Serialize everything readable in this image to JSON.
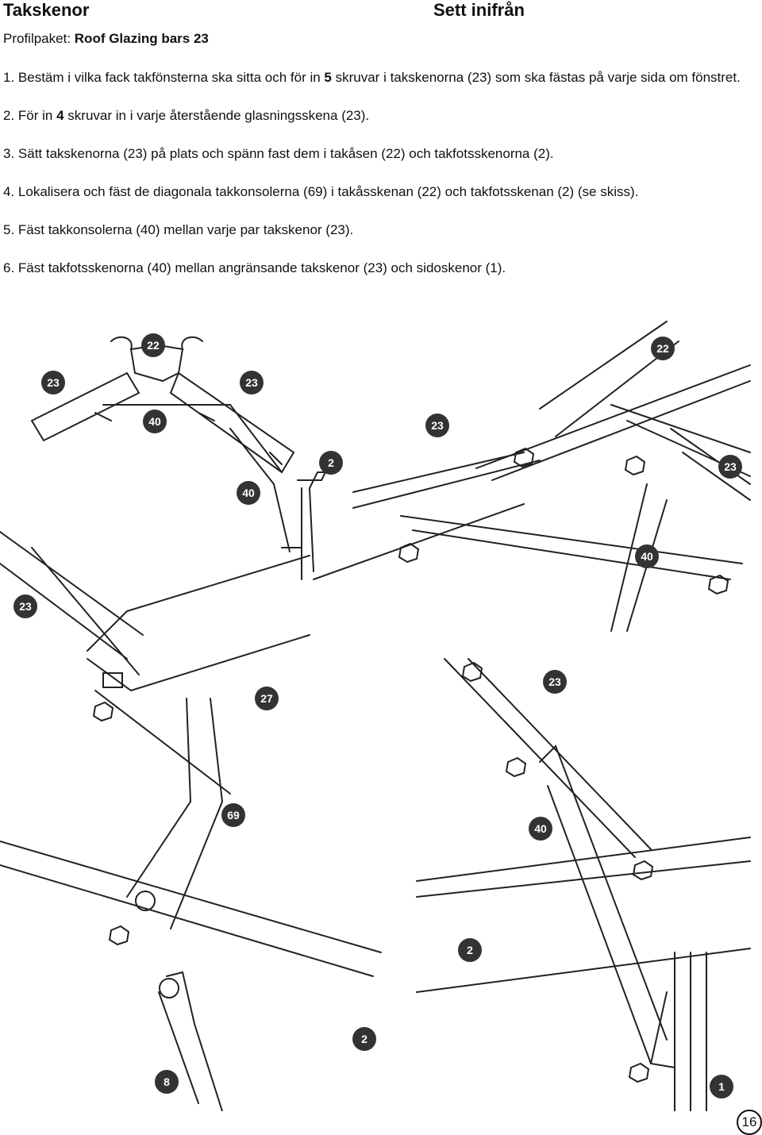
{
  "header": {
    "title": "Takskenor",
    "view": "Sett inifrån",
    "package_label": "Profilpaket:",
    "package_name": "Roof Glazing bars 23"
  },
  "steps": [
    {
      "num": "1.",
      "pre": " Bestäm i vilka fack takfönsterna ska sitta och för in ",
      "bold": "5",
      "post": " skruvar i takskenorna (23) som ska fästas på varje sida om fönstret."
    },
    {
      "num": "2.",
      "pre": " För in ",
      "bold": "4",
      "post": " skruvar in i varje återstående glasningsskena (23)."
    },
    {
      "num": "3.",
      "pre": " Sätt takskenorna (23) på plats och spänn fast dem i takåsen (22) och takfotsskenorna (2).",
      "bold": "",
      "post": ""
    },
    {
      "num": "4.",
      "pre": " Lokalisera och fäst de diagonala takkonsolerna (69) i takåsskenan (22) och takfotsskenan (2) (se skiss).",
      "bold": "",
      "post": ""
    },
    {
      "num": "5.",
      "pre": " Fäst takkonsolerna (40) mellan varje par takskenor (23).",
      "bold": "",
      "post": ""
    },
    {
      "num": "6.",
      "pre": " Fäst takfotsskenorna (40) mellan angränsande takskenor (23) och sidoskenor (1).",
      "bold": "",
      "post": ""
    }
  ],
  "callouts": {
    "c1": "22",
    "c2": "23",
    "c3": "23",
    "c4": "40",
    "c5": "40",
    "c6": "2",
    "c7": "22",
    "c8": "23",
    "c9": "23",
    "c10": "40",
    "c11": "23",
    "c12": "27",
    "c13": "23",
    "c14": "69",
    "c15": "40",
    "c16": "2",
    "c17": "2",
    "c18": "8",
    "c19": "1"
  },
  "page_number": "16"
}
